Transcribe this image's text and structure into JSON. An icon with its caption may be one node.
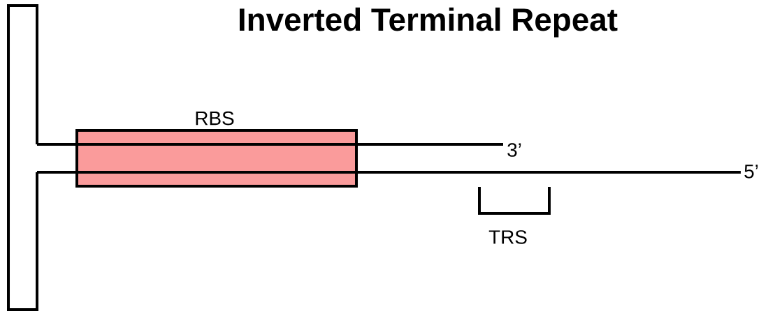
{
  "diagram": {
    "title": "Inverted Terminal Repeat",
    "nodes": [
      {
        "text": [
          "RBS"
        ]
      }
    ],
    "labels": [
      "3’",
      "5’",
      "TRS"
    ]
  }
}
